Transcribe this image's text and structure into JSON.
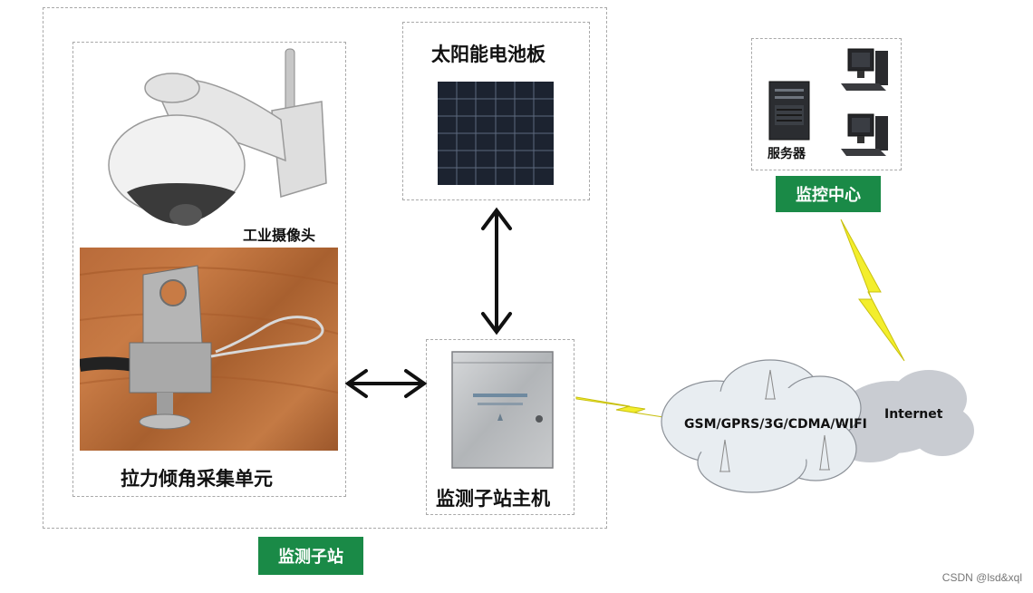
{
  "camera": {
    "label": "工业摄像头"
  },
  "solar": {
    "label": "太阳能电池板"
  },
  "sensor": {
    "label": "拉力倾角采集单元"
  },
  "host": {
    "label": "监测子站主机"
  },
  "substation": {
    "label": "监测子站"
  },
  "center": {
    "label": "监控中心",
    "server_label": "服务器"
  },
  "network": {
    "wireless_label": "GSM/GPRS/3G/CDMA/WIFI",
    "internet_label": "Internet"
  },
  "watermark": "CSDN @lsd&xql",
  "colors": {
    "tag_green": "#1a8a47",
    "lightning": "#f3ee2c",
    "arrow": "#111111",
    "cloud": "#e9eef2",
    "internet_cloud": "#c9ccd2"
  }
}
